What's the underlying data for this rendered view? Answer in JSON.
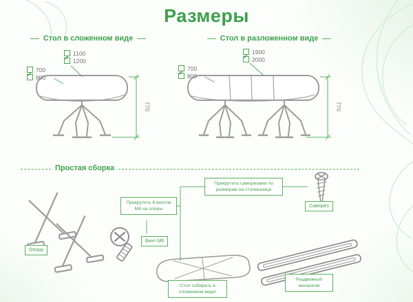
{
  "title": "Размеры",
  "icons": {
    "check": "✔"
  },
  "colors": {
    "accent": "#4aa54f",
    "sketch": "#9b9b9b"
  },
  "folded": {
    "label": "Стол в сложенном виде",
    "width_options": [
      "1100",
      "1200"
    ],
    "depth_options": [
      "700",
      "800"
    ],
    "height": "770"
  },
  "unfolded": {
    "label": "Стол в разложенном виде",
    "width_options": [
      "1900",
      "2000"
    ],
    "depth_options": [
      "700",
      "800"
    ],
    "height": "770"
  },
  "assembly": {
    "label": "Простая сборка",
    "support_label": "Опора",
    "bolt_callout": "Прикрутить 8 винтов М6 на опоры",
    "bolt_label": "Винт М6",
    "screw_callout": "Прикрутить саморезами по размерам на столешнице",
    "screw_label": "Саморез",
    "slide_label": "Раздвижной механизм",
    "note": "Стол собирать в сложенном виде!"
  }
}
